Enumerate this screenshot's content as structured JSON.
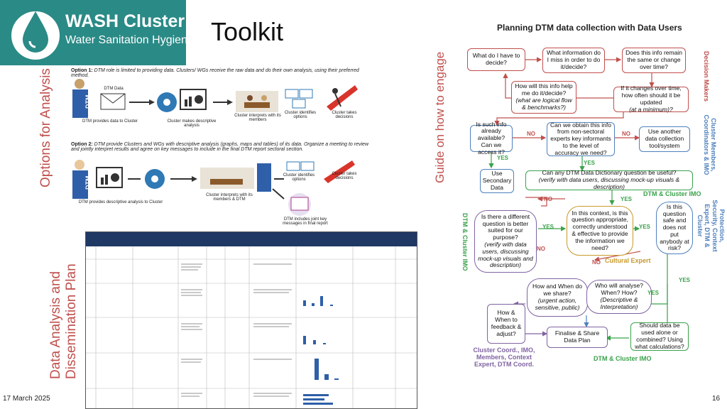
{
  "logo": {
    "title": "WASH Cluster",
    "subtitle": "Water Sanitation Hygiene"
  },
  "page_title": "Toolkit",
  "left_labels": {
    "top": "Options for Analysis",
    "bottom_line1": "Data Analysis and",
    "bottom_line2": "Dissemination Plan"
  },
  "option1": {
    "label": "Option 1:",
    "text": "DTM role is limited to providing data. Clusters/ WGs receive the raw data and do their own analysis, using their preferred method.",
    "dtm_data": "DTM Data",
    "dtm_provides": "DTM provides data to Cluster",
    "cluster_makes": "Cluster makes descriptive analysis",
    "cluster_interprets": "Cluster interprets with its members",
    "cluster_identifies": "Cluster identifies options",
    "cluster_takes": "Cluster takes decisions"
  },
  "option2": {
    "label": "Option 2:",
    "text": "DTM provide Clusters and WGs with descriptive analysis (graphs, maps and tables) of its data. Organize a meeting to review and jointly interpret results and agree on key messages to include in the final DTM report sectoral section.",
    "dtm_provides": "DTM provides descriptive analysis to Cluster",
    "cluster_interprets": "Cluster interprets with its members & DTM",
    "cluster_identifies": "Cluster identifies options",
    "cluster_takes": "Cluster takes decisions",
    "dtm_includes": "DTM includes joint key messages in final report"
  },
  "guide_label": "Guide on how to engage",
  "flowchart": {
    "title": "Planning DTM data collection with Data Users",
    "boxes": {
      "what_decide": "What do I have to decide?",
      "what_info": "What information do I miss in order to do it/decide?",
      "same_change": "Does this info remain the same or change over time?",
      "how_help": "How will this info help me do it/decide?",
      "how_help_sub": "(what are logical flow & benchmarks?)",
      "if_changes": "If it changes over time, how often should it be updated",
      "if_changes_sub": "(at a minimum)?",
      "is_available": "Is such info already available? Can we access it?",
      "non_sectoral": "Can we obtain this info from non-sectoral experts key informants to the level of accuracy we need?",
      "another_tool": "Use another data collection tool/system",
      "use_secondary": "Use Secondary Data",
      "any_dtm": "Can any DTM Data Dictionary question be useful?",
      "any_dtm_sub": "(verify with data users, discussing mock-up visuals & description)",
      "different_q": "Is there a different question is better suited for our purpose?",
      "different_q_sub": "(verify with data users, discussing mock-up visuals and description)",
      "appropriate": "In this context, is this question appropriate, correctly understood & effective to provide the information we need?",
      "safe": "Is this question safe and does not put anybody at risk?",
      "how_share": "How and When do we share?",
      "how_share_sub": "(urgent action, sensitive, public)",
      "who_analyse": "Who will analyse? When? How?",
      "who_analyse_sub": "(Descriptive & Interpretation)",
      "feedback": "How & When to feedback & adjust?",
      "finalise": "Finalise & Share Data Plan",
      "alone_combined": "Should data be used alone or combined? Using what calculations?"
    },
    "edge_labels": {
      "no": "NO",
      "yes": "YES"
    },
    "role_labels": {
      "decision_makers": "Decision Makers",
      "cluster_members": "Cluster Members, Coordinators & IMO",
      "dtm_cluster_imo_1": "DTM & Cluster IMO",
      "protection": "Protection, Security, Context Expert, DTM & Cluster",
      "dtm_cluster_imo_left": "DTM & Cluster IMO",
      "cultural_expert": "Cultural Expert",
      "cluster_coord": "Cluster Coord., IMO, Members, Context Expert, DTM Coord.",
      "dtm_cluster_imo_2": "DTM & Cluster IMO"
    }
  },
  "footer": {
    "date": "17 March 2025",
    "page": "16"
  },
  "colors": {
    "teal": "#2a8a86",
    "red": "#c0504d",
    "blue": "#4f81bd",
    "green": "#3aa24a",
    "gold": "#c79a2b",
    "purple": "#8064a2",
    "navy": "#1f3864"
  }
}
